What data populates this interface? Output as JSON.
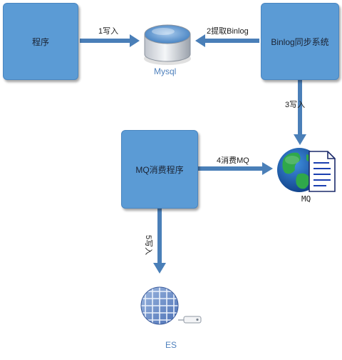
{
  "nodes": {
    "program": {
      "label": "程序"
    },
    "binlog_sync": {
      "label": "Binlog同步系统"
    },
    "mq_consumer": {
      "label": "MQ消费程序"
    },
    "mysql": {
      "label": "Mysql"
    },
    "mq": {
      "label": "MQ"
    },
    "es": {
      "label": "ES"
    }
  },
  "edges": {
    "write_1": {
      "label": "1写入",
      "from": "program",
      "to": "mysql"
    },
    "fetch_binlog_2": {
      "label": "2提取Binlog",
      "from": "binlog_sync",
      "to": "mysql"
    },
    "write_3": {
      "label": "3写入",
      "from": "binlog_sync",
      "to": "mq"
    },
    "consume_mq_4": {
      "label": "4消费MQ",
      "from": "mq_consumer",
      "to": "mq"
    },
    "write_5": {
      "label": "5写入",
      "from": "mq_consumer",
      "to": "es"
    }
  },
  "colors": {
    "box_fill": "#5b9bd5",
    "arrow": "#4a7fb8",
    "db_top": "#6fa4d8",
    "globe_ocean": "#1a5fb0",
    "globe_land": "#2fa84a"
  },
  "icons": {
    "mysql": "database-cylinder-icon",
    "mq": "globe-document-icon",
    "es": "wire-globe-icon"
  }
}
